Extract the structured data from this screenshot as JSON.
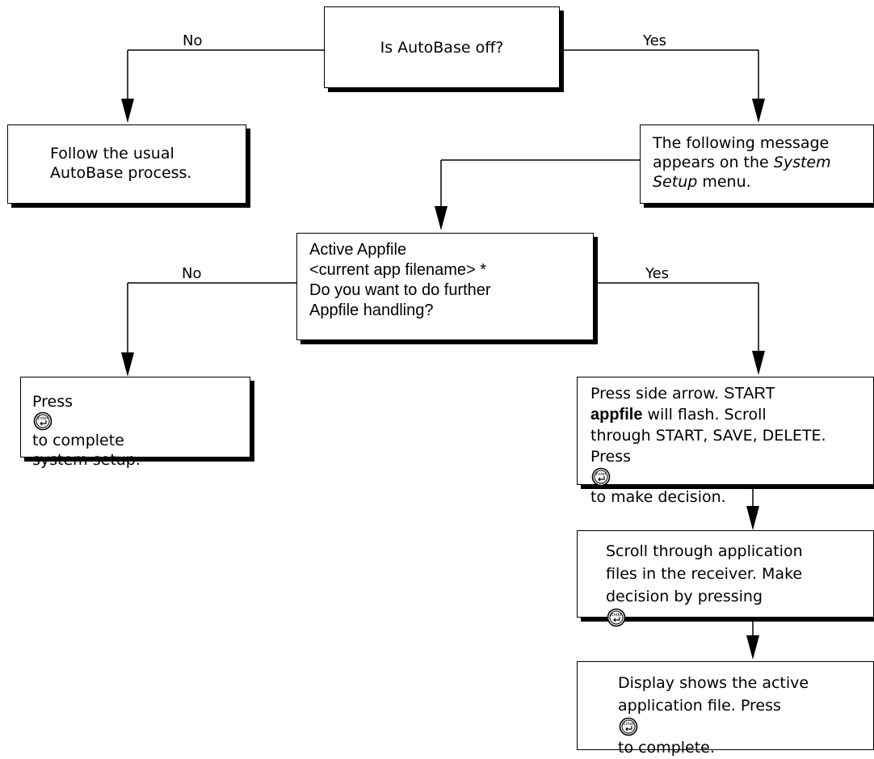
{
  "decision_autobase": {
    "text": "Is AutoBase off?",
    "no_label": "No",
    "yes_label": "Yes"
  },
  "box_usual": {
    "line1": "Follow the usual",
    "line2": "AutoBase process."
  },
  "box_message": {
    "line1": "The following message",
    "line2_a": "appears on the ",
    "line2_b": "System",
    "line3_a": "Setup",
    "line3_b": " menu."
  },
  "decision_appfile": {
    "line1": "Active Appfile",
    "line2": "<current app filename> *",
    "line3": "Do you want to do further",
    "line4": "Appfile handling?",
    "no_label": "No",
    "yes_label": "Yes"
  },
  "box_complete_setup": {
    "press": "Press",
    "line1_rest": "to complete",
    "line2": "system setup."
  },
  "box_side_arrow": {
    "line1_a": "Press side arrow. ",
    "line1_b": "START",
    "line2_a": "appfile",
    "line2_b": " will flash. Scroll",
    "line3": "through START, SAVE, DELETE.",
    "line4_a": "Press",
    "line4_b": "to make decision."
  },
  "box_scroll_files": {
    "line1": "Scroll through application",
    "line2": "files in the receiver. Make",
    "line3": "decision by pressing"
  },
  "box_display": {
    "line1": "Display shows the active",
    "line2": "application file. Press",
    "line3": "to complete."
  },
  "icons": {
    "enter_key": "enter-key-icon",
    "enter_key_text": "Enter"
  }
}
